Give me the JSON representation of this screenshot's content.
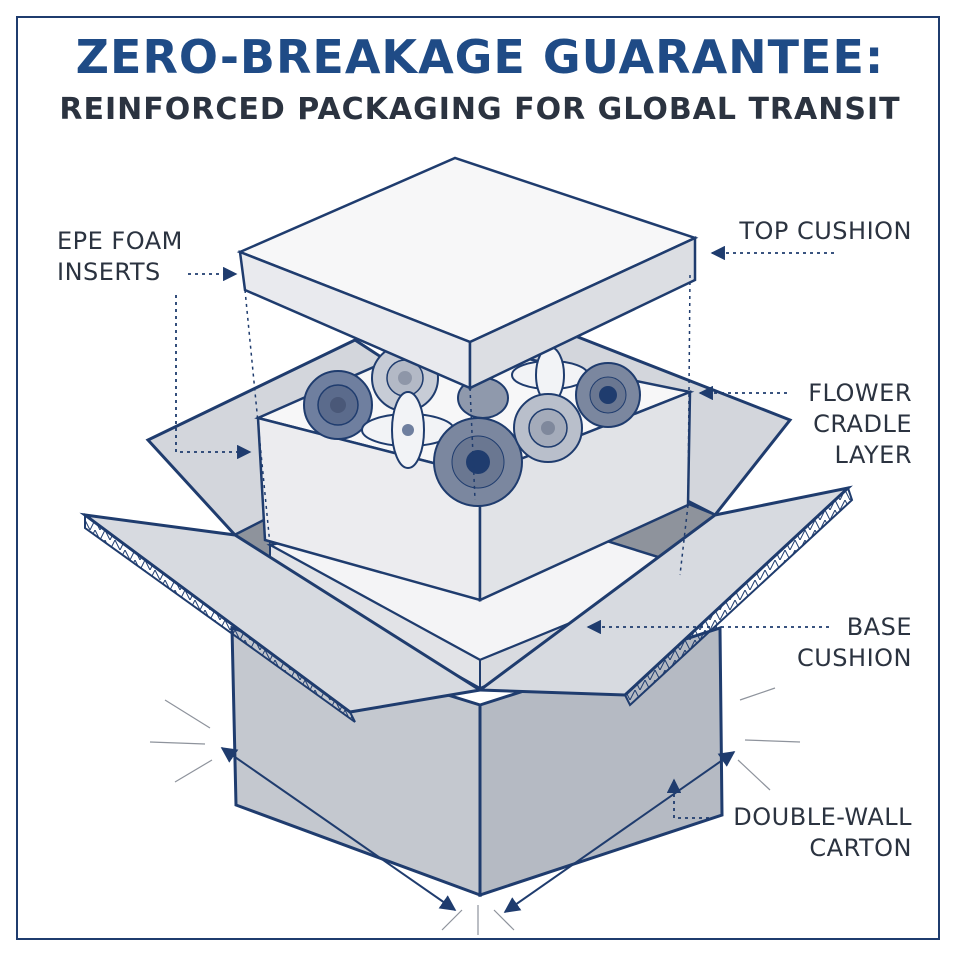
{
  "header": {
    "title": "ZERO-BREAKAGE GUARANTEE:",
    "subtitle": "REINFORCED PACKAGING FOR GLOBAL TRANSIT"
  },
  "callouts": {
    "epe_foam": [
      "EPE FOAM",
      "INSERTS"
    ],
    "top_cushion": [
      "TOP CUSHION"
    ],
    "flower_cradle": [
      "FLOWER",
      "CRADLE",
      "LAYER"
    ],
    "base_cushion": [
      "BASE",
      "CUSHION"
    ],
    "double_wall": [
      "DOUBLE-WALL",
      "CARTON"
    ]
  },
  "colors": {
    "title_blue": "#1f4b86",
    "outline_navy": "#1f3c6e",
    "text_dark": "#2b3340",
    "foam_white": "#f7f7f8",
    "carton_gray": "#c9ccd3",
    "flower_blue": "#6f7f9f"
  }
}
